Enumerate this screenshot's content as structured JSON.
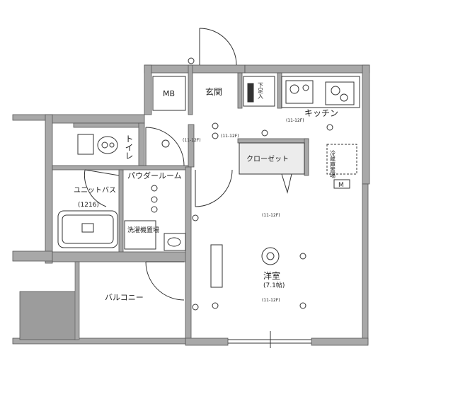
{
  "rooms": {
    "mb": "MB",
    "entrance": "玄関",
    "shoe_storage": "下足入",
    "kitchen": "キッチン",
    "toilet": "トイレ",
    "closet": "クローゼット",
    "fridge": "冷蔵庫置場",
    "powder_room": "パウダールーム",
    "unit_bath": "ユニットバス",
    "bath_size": "(1216)",
    "washer": "洗濯機置場",
    "western_room": "洋室",
    "western_room_size": "(7.1帖)",
    "balcony": "バルコニー"
  },
  "annotations": {
    "ceiling_a": "(11-12F)",
    "ceiling_b": "(11-12F)",
    "ceiling_c": "(11-12F)",
    "ceiling_d": "(11-12F)",
    "ceiling_e": "(11-12F)",
    "meter": "M"
  },
  "colors": {
    "wall": "#a8a8a8",
    "wall_edge": "#555555",
    "balcony_block": "#9c9c9c",
    "line": "#333333",
    "closet_fill": "#ececec"
  }
}
